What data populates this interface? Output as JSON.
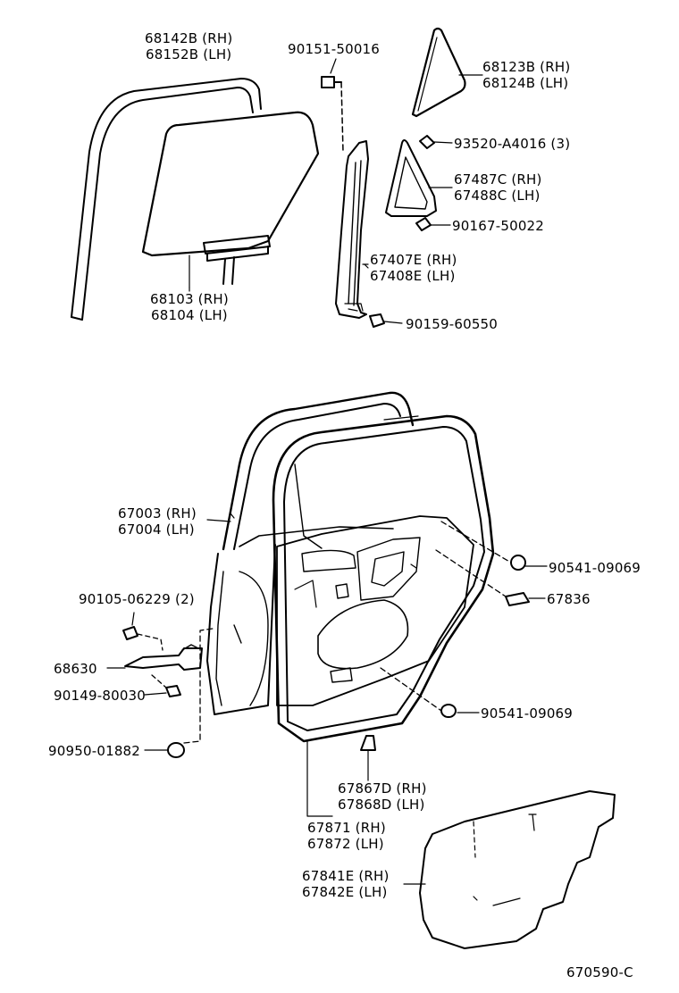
{
  "diagram_id": "670590-C",
  "callouts": {
    "quarter_window_run": [
      "68142B (RH)",
      "68152B (LH)"
    ],
    "screw_top": [
      "90151-50016"
    ],
    "quarter_glass": [
      "68123B (RH)",
      "68124B (LH)"
    ],
    "screw_quarter": [
      "93520-A4016 (3)"
    ],
    "quarter_frame": [
      "67487C (RH)",
      "67488C (LH)"
    ],
    "screw_frame": [
      "90167-50022"
    ],
    "division_bar": [
      "67407E (RH)",
      "67408E (LH)"
    ],
    "clip_bar": [
      "90159-60550"
    ],
    "door_glass": [
      "68103 (RH)",
      "68104 (LH)"
    ],
    "door_panel": [
      "67003 (RH)",
      "67004 (LH)"
    ],
    "bolt_check": [
      "90105-06229 (2)"
    ],
    "door_check": [
      "68630"
    ],
    "bolt_check_lower": [
      "90149-80030"
    ],
    "plug": [
      "90950-01882"
    ],
    "hole_plug_upper": [
      "90541-09069"
    ],
    "service_cover_plug": [
      "67836"
    ],
    "hole_plug_lower": [
      "90541-09069"
    ],
    "clip_weatherstrip": [
      "67867D (RH)",
      "67868D (LH)"
    ],
    "weatherstrip": [
      "67871 (RH)",
      "67872 (LH)"
    ],
    "service_hole_cover": [
      "67841E (RH)",
      "67842E (LH)"
    ]
  }
}
